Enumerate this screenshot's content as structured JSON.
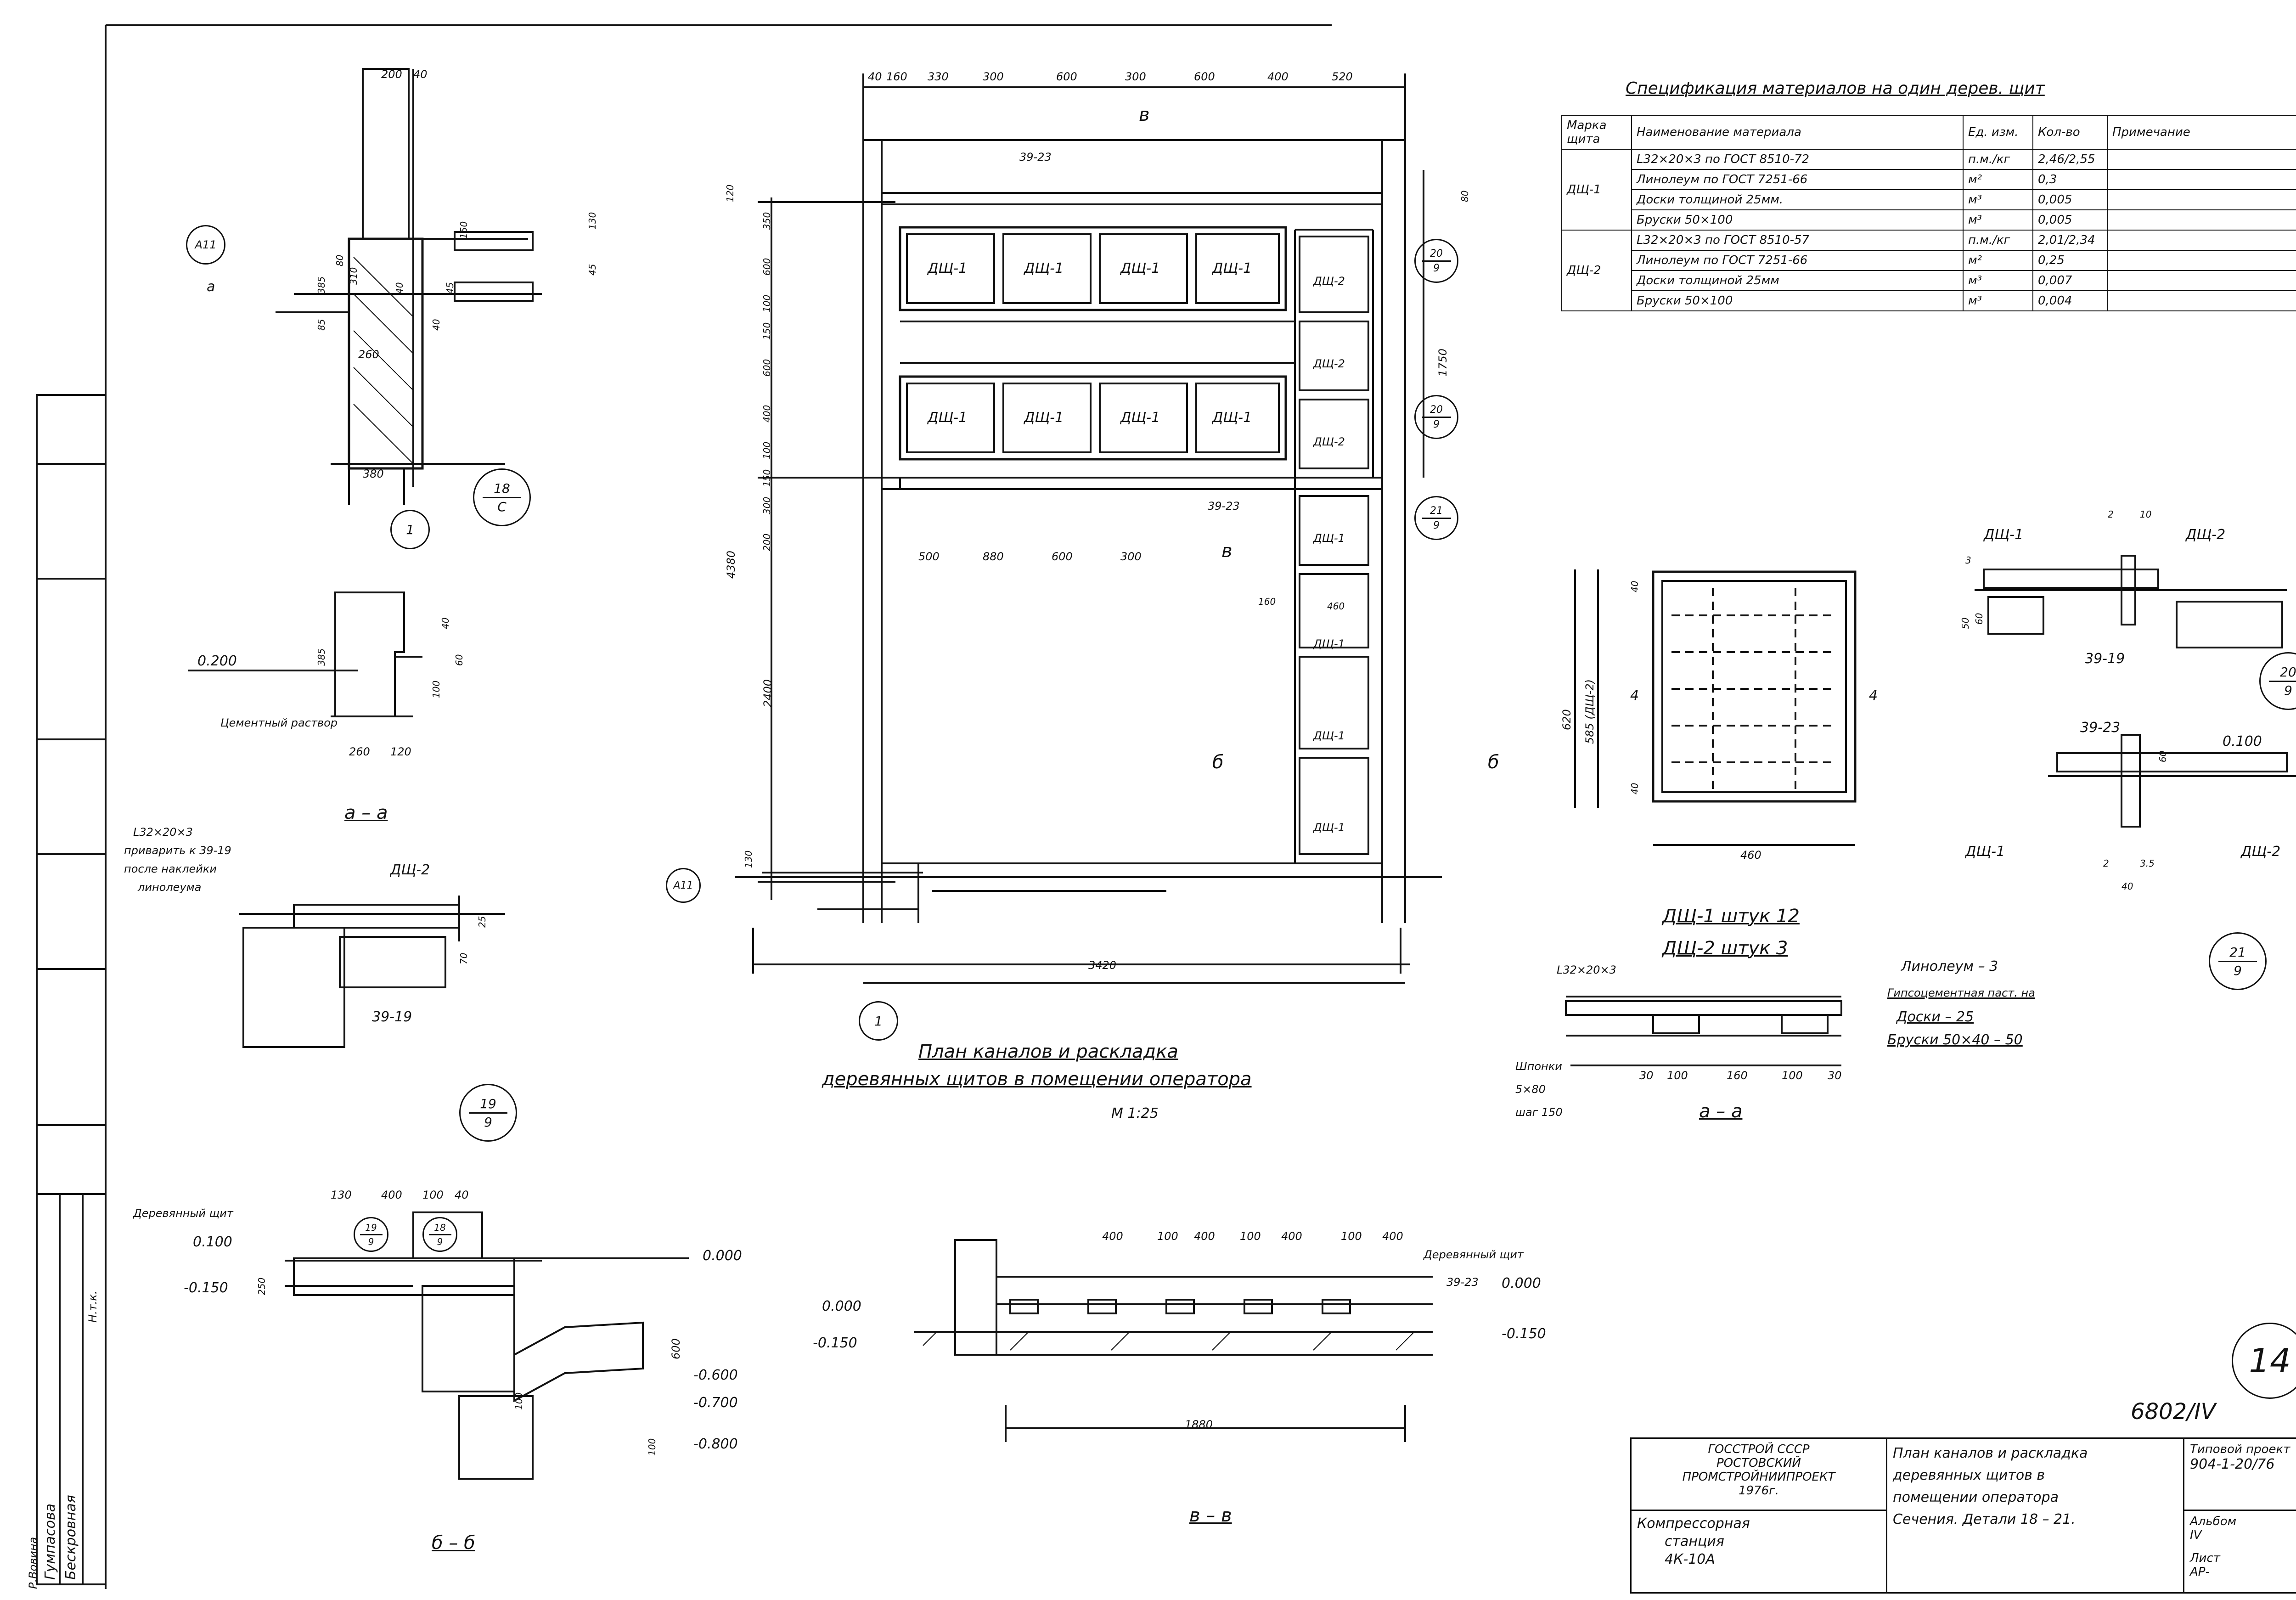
{
  "spec": {
    "title": "Спецификация материалов на один дерев. щит",
    "headers": [
      "Марка щита",
      "Наименование материала",
      "Ед. изм.",
      "Кол-во",
      "Примечание"
    ],
    "groups": [
      {
        "mark": "ДЩ-1",
        "rows": [
          {
            "name": "L32×20×3 по ГОСТ 8510-72",
            "unit": "п.м./кг",
            "qty": "2,46/2,55",
            "note": ""
          },
          {
            "name": "Линолеум по ГОСТ 7251-66",
            "unit": "м²",
            "qty": "0,3",
            "note": ""
          },
          {
            "name": "Доски толщиной 25мм.",
            "unit": "м³",
            "qty": "0,005",
            "note": ""
          },
          {
            "name": "Бруски 50×100",
            "unit": "м³",
            "qty": "0,005",
            "note": ""
          }
        ]
      },
      {
        "mark": "ДЩ-2",
        "rows": [
          {
            "name": "L32×20×3 по ГОСТ 8510-57",
            "unit": "п.м./кг",
            "qty": "2,01/2,34",
            "note": ""
          },
          {
            "name": "Линолеум по ГОСТ 7251-66",
            "unit": "м²",
            "qty": "0,25",
            "note": ""
          },
          {
            "name": "Доски толщиной 25мм",
            "unit": "м³",
            "qty": "0,007",
            "note": ""
          },
          {
            "name": "Бруски 50×100",
            "unit": "м³",
            "qty": "0,004",
            "note": ""
          }
        ]
      }
    ]
  },
  "plan": {
    "title_line1": "План каналов и раскладка",
    "title_line2": "деревянных щитов в помещении оператора",
    "scale": "М 1:25",
    "top_dims": [
      "40",
      "160",
      "330",
      "300",
      "600",
      "300",
      "600",
      "400",
      "520"
    ],
    "left_dims": [
      "120",
      "350",
      "600",
      "100",
      "150",
      "600",
      "400",
      "100",
      "150",
      "300",
      "200",
      "4380",
      "2400",
      "130"
    ],
    "right_dims": [
      "80",
      "1750"
    ],
    "inner_dims": [
      "500",
      "880",
      "600",
      "300"
    ],
    "overall_width": "3420",
    "panel_label_1": "ДЩ-1",
    "panel_label_2": "ДЩ-2",
    "ref_top": "39-23",
    "ref_mid": "39-23",
    "cut_b": "б",
    "cut_v": "в",
    "dim_460": "460",
    "dim_160": "160",
    "axis_a": "А11",
    "axis_1": "1"
  },
  "callouts": {
    "c18": {
      "top": "18",
      "bottom": "С"
    },
    "c20": {
      "top": "20",
      "bottom": "9"
    },
    "c21": {
      "top": "21",
      "bottom": "9"
    },
    "c19": {
      "top": "19",
      "bottom": "9"
    },
    "c21p": {
      "top": "21",
      "bottom": "9"
    },
    "c20b": {
      "top": "20",
      "bottom": "9"
    },
    "c19b": {
      "top": "19",
      "bottom": "9"
    },
    "c18b": {
      "top": "18",
      "bottom": "9"
    }
  },
  "detail18": {
    "dims_top": [
      "200",
      "40"
    ],
    "axis": "А11",
    "a_label": "а",
    "dims": [
      "385",
      "80",
      "310",
      "85",
      "40",
      "45",
      "40",
      "260",
      "380",
      "130",
      "150",
      "45"
    ],
    "axis_1": "1"
  },
  "section_aa_small": {
    "label": "а – а",
    "level": "0.200",
    "dims": [
      "385",
      "40",
      "60",
      "260",
      "120",
      "100"
    ],
    "mortar": "Цементный раствор"
  },
  "detail19": {
    "note_l1": "L32×20×3",
    "note_l2": "приварить к 39-19",
    "note_l3": "после наклейки",
    "note_l4": "линолеума",
    "panel": "ДЩ-2",
    "ref": "39-19",
    "dims": [
      "25",
      "70"
    ]
  },
  "panel_detail": {
    "dims_v": [
      "40",
      "620",
      "585 (ДЩ-2)",
      "40"
    ],
    "dims_h": [
      "460"
    ],
    "mark_4": "4",
    "count1": "ДЩ-1 штук 12",
    "count2": "ДЩ-2 штук 3"
  },
  "detail20": {
    "p1": "ДЩ-1",
    "p2": "ДЩ-2",
    "ref": "39-19",
    "dims": [
      "2",
      "10",
      "3",
      "50",
      "60"
    ]
  },
  "detail21": {
    "ref": "39-23",
    "level": "0.100",
    "p1": "ДЩ-1",
    "p2": "ДЩ-2",
    "dims": [
      "2",
      "3.5",
      "40",
      "60"
    ]
  },
  "section_aa_big": {
    "label": "а – а",
    "angle": "L32×20×3",
    "layers": [
      "Линолеум – 3",
      "Гипсоцементная паст. на",
      "Доски – 25",
      "Бруски 50×40 – 50"
    ],
    "shponki": "Шпонки",
    "shponki2": "5×80",
    "shponki3": "шаг 150",
    "dims": [
      "30",
      "100",
      "160",
      "100",
      "30"
    ]
  },
  "section_bb": {
    "label": "б – б",
    "panel": "Деревянный щит",
    "levels": [
      "0.100",
      "-0.150",
      "0.000",
      "-0.600",
      "-0.700",
      "-0.800"
    ],
    "dims": [
      "130",
      "400",
      "100",
      "40",
      "250",
      "600",
      "100",
      "100"
    ],
    "c19": "19",
    "c18": "18"
  },
  "section_vv": {
    "label": "в – в",
    "panel": "Деревянный щит",
    "levels": [
      "0.000",
      "-0.150",
      "0.000",
      "-0.150"
    ],
    "dims": [
      "400",
      "100",
      "400",
      "100",
      "400",
      "100",
      "400"
    ],
    "ref": "39-23",
    "overall": "1880"
  },
  "stamp": {
    "org1": "ГОССТРОЙ СССР",
    "org2": "РОСТОВСКИЙ",
    "org3": "ПРОМСТРОЙНИИПРОЕКТ",
    "year": "1976г.",
    "object1": "Компрессорная",
    "object2": "станция",
    "object3": "4К-10А",
    "sheet_title1": "План каналов и раскладка",
    "sheet_title2": "деревянных щитов в",
    "sheet_title3": "помещении оператора",
    "sheet_title4": "Сечения. Детали 18 – 21.",
    "project_label": "Типовой проект",
    "project_no": "904-1-20/76",
    "album_label": "Альбом",
    "album_no": "IV",
    "sheet_label": "Лист",
    "sheet_no": "АР-",
    "inv": "6802/IV",
    "page": "14"
  },
  "side_stamp": {
    "name1": "Гумпасова",
    "name2": "Бескровная",
    "name3": "Р.Вовина",
    "role": "Н.т.к."
  }
}
